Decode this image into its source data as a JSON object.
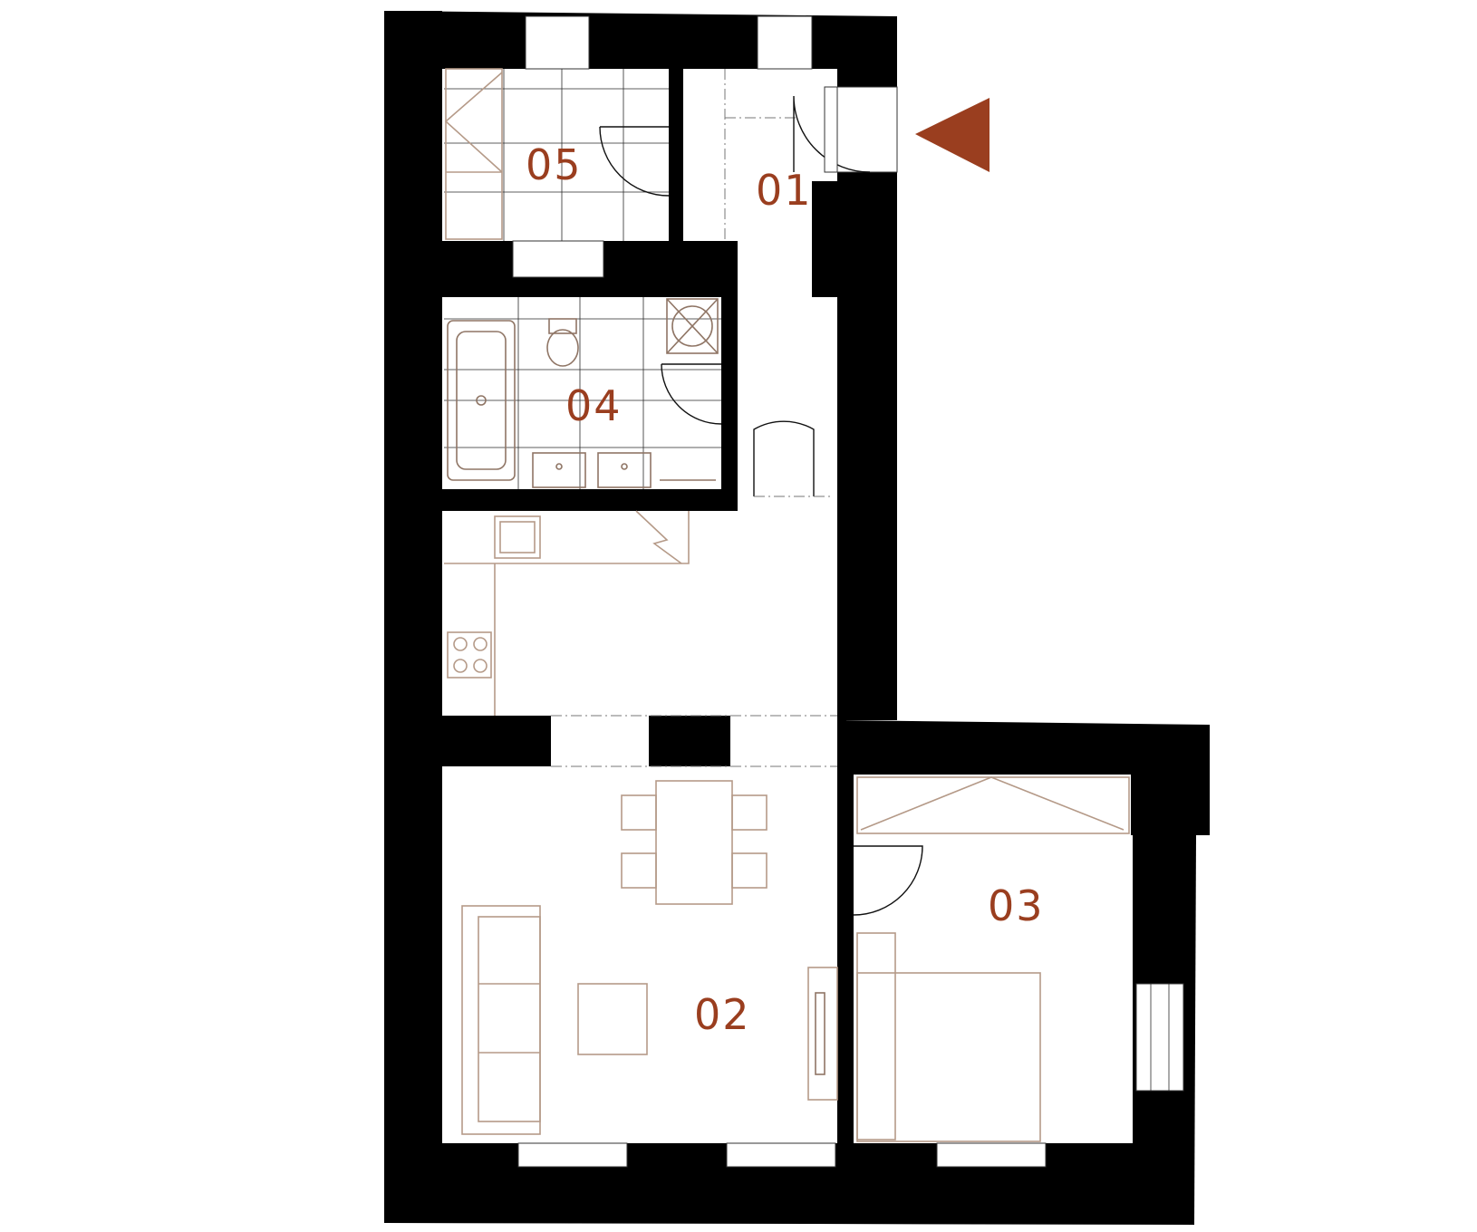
{
  "plan": {
    "rooms": [
      {
        "id": "01",
        "label": "01"
      },
      {
        "id": "02",
        "label": "02"
      },
      {
        "id": "03",
        "label": "03"
      },
      {
        "id": "04",
        "label": "04"
      },
      {
        "id": "05",
        "label": "05"
      }
    ],
    "colors": {
      "walls": "#000000",
      "labels": "#9a3e1f",
      "entrance_marker": "#9a3e1f",
      "furniture": "#b59a88"
    },
    "entrance_marker_icon": "triangle-left-icon"
  }
}
